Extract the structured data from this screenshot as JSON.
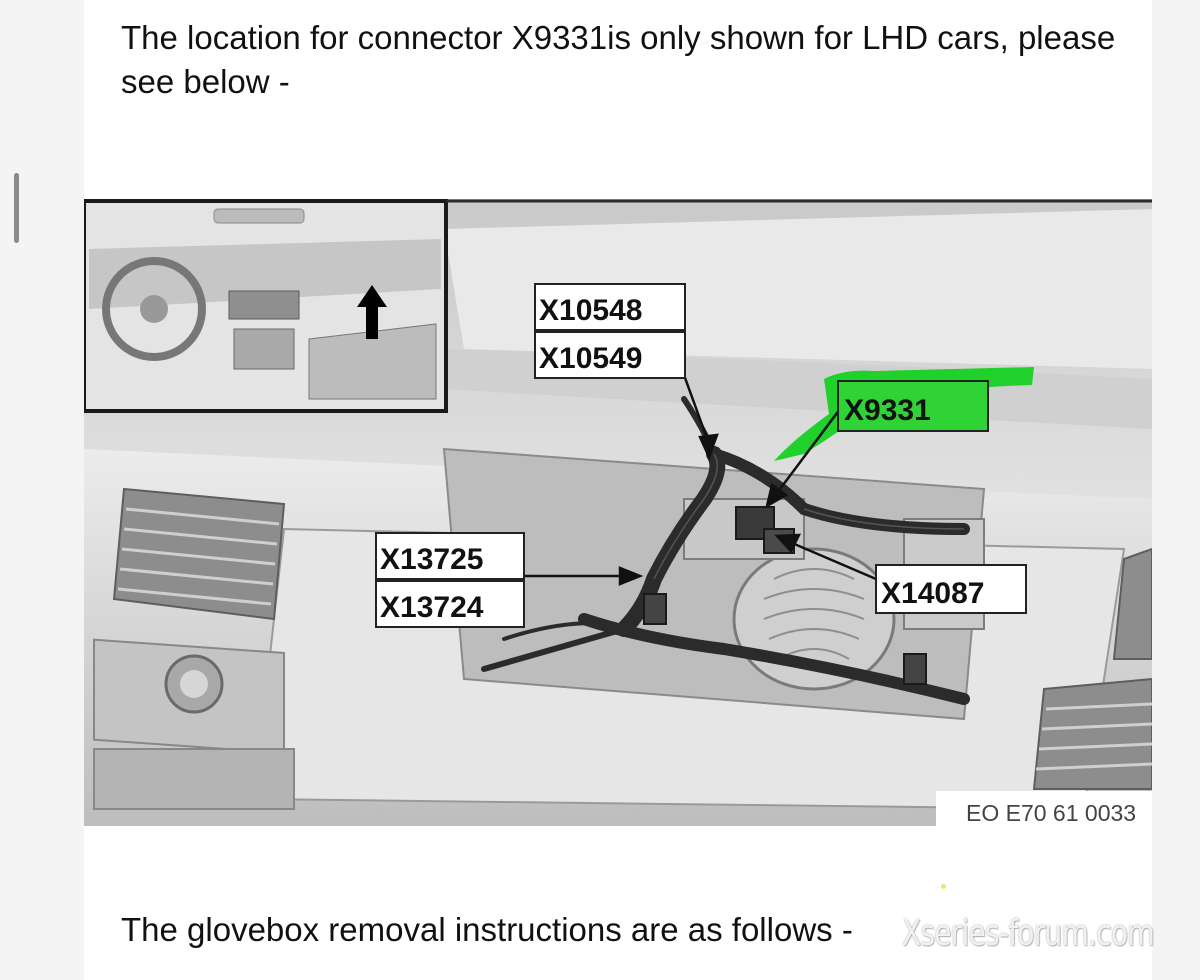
{
  "intro_text": "The location for connector X9331is only shown for LHD cars, please see below -",
  "diagram": {
    "connector_labels": {
      "x10548": "X10548",
      "x10549": "X10549",
      "x9331": "X9331",
      "x13725": "X13725",
      "x13724": "X13724",
      "x14087": "X14087"
    },
    "figure_code": "EO E70 61 0033",
    "highlight_color": "#1fd12a"
  },
  "outro_text": "The glovebox removal instructions are as follows -",
  "watermark": "Xseries-forum.com"
}
